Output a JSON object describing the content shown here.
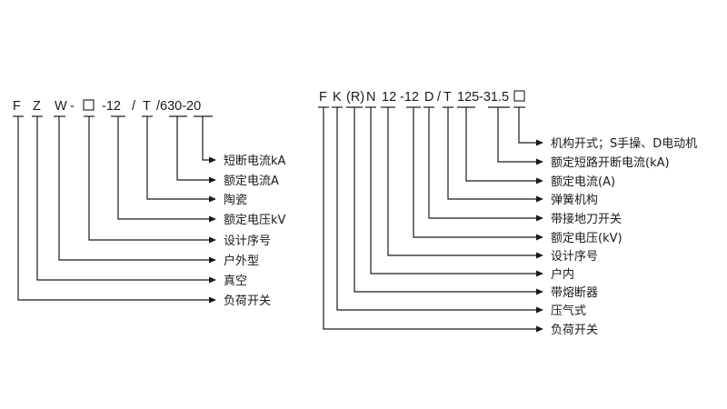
{
  "left_diagram": {
    "code_parts": [
      {
        "text": "F"
      },
      {
        "text": "Z"
      },
      {
        "text": "W"
      },
      {
        "text": "-"
      },
      {
        "text": "-12"
      },
      {
        "text": "/"
      },
      {
        "text": "T"
      },
      {
        "text": "/630-20"
      }
    ],
    "labels": [
      "短断电流kA",
      "额定电流A",
      "陶瓷",
      "额定电压kV",
      "设计序号",
      "户外型",
      "真空",
      "负荷开关"
    ]
  },
  "right_diagram": {
    "code_parts": [
      {
        "text": "F"
      },
      {
        "text": "K"
      },
      {
        "text": "(R)"
      },
      {
        "text": "N"
      },
      {
        "text": "12"
      },
      {
        "text": "-12"
      },
      {
        "text": "D"
      },
      {
        "text": "/"
      },
      {
        "text": "T"
      },
      {
        "text": "125"
      },
      {
        "text": "-31.5"
      }
    ],
    "labels": [
      "机构开式；S手操、D电动机",
      "额定短路开断电流(kA)",
      "额定电流(A)",
      "弹簧机构",
      "带接地刀开关",
      "额定电压(kV)",
      "设计序号",
      "户内",
      "带熔断器",
      "压气式",
      "负荷开关"
    ]
  }
}
